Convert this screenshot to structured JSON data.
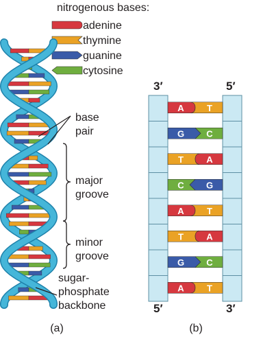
{
  "legend": {
    "title": "nitrogenous bases:",
    "items": [
      {
        "label": "adenine",
        "color": "#d6383f"
      },
      {
        "label": "thymine",
        "color": "#eaa225"
      },
      {
        "label": "guanine",
        "color": "#3a5ba8"
      },
      {
        "label": "cytosine",
        "color": "#6fae3f"
      }
    ]
  },
  "helix_labels": {
    "base_pair": [
      "base",
      "pair"
    ],
    "major_groove": [
      "major",
      "groove"
    ],
    "minor_groove": [
      "minor",
      "groove"
    ],
    "backbone": [
      "sugar-",
      "phosphate",
      "backbone"
    ]
  },
  "ladder": {
    "top_left": "3′",
    "top_right": "5′",
    "bottom_left": "5′",
    "bottom_right": "3′",
    "pairs": [
      {
        "left": "A",
        "right": "T"
      },
      {
        "left": "G",
        "right": "C"
      },
      {
        "left": "T",
        "right": "A"
      },
      {
        "left": "C",
        "right": "G"
      },
      {
        "left": "A",
        "right": "T"
      },
      {
        "left": "T",
        "right": "A"
      },
      {
        "left": "G",
        "right": "C"
      },
      {
        "left": "A",
        "right": "T"
      }
    ]
  },
  "captions": {
    "a": "(a)",
    "b": "(b)"
  },
  "colors": {
    "backbone": "#45b6d9",
    "backbone_dark": "#1f82ab",
    "rail_fill": "#cbe9f3",
    "rail_stroke": "#5d8fa3"
  }
}
